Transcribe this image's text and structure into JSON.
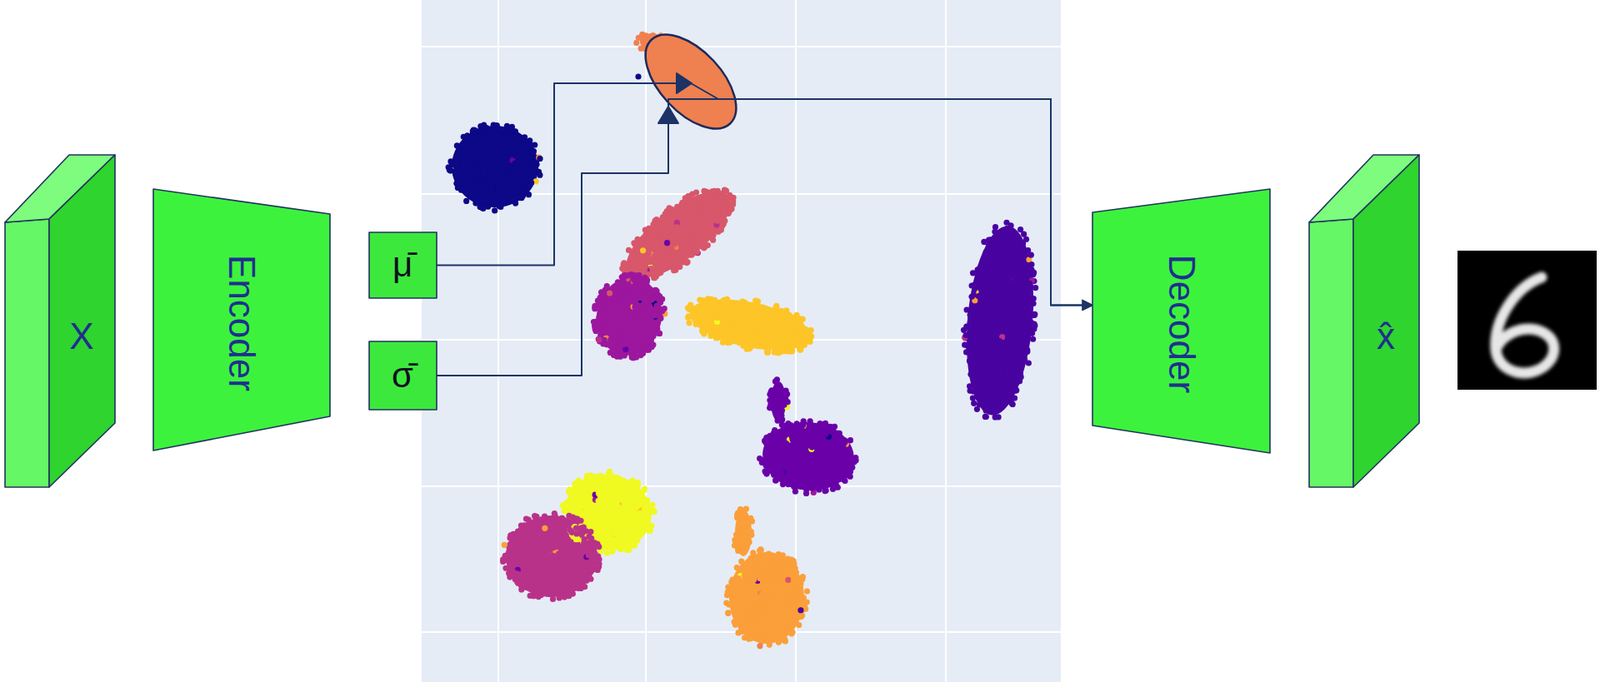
{
  "diagram": {
    "nodes": [
      {
        "text": [
          "X"
        ]
      },
      {
        "text": [
          "Encoder"
        ]
      },
      {
        "text": [
          "μ̄"
        ]
      },
      {
        "text": [
          "σ̄"
        ]
      },
      {
        "text": [
          "Decoder"
        ]
      },
      {
        "text": [
          "x̂"
        ]
      }
    ],
    "edges": [
      {
        "from": 2,
        "to": 4,
        "arrow": "to"
      },
      {
        "from": 3,
        "to": 4,
        "arrow": "to"
      }
    ]
  }
}
